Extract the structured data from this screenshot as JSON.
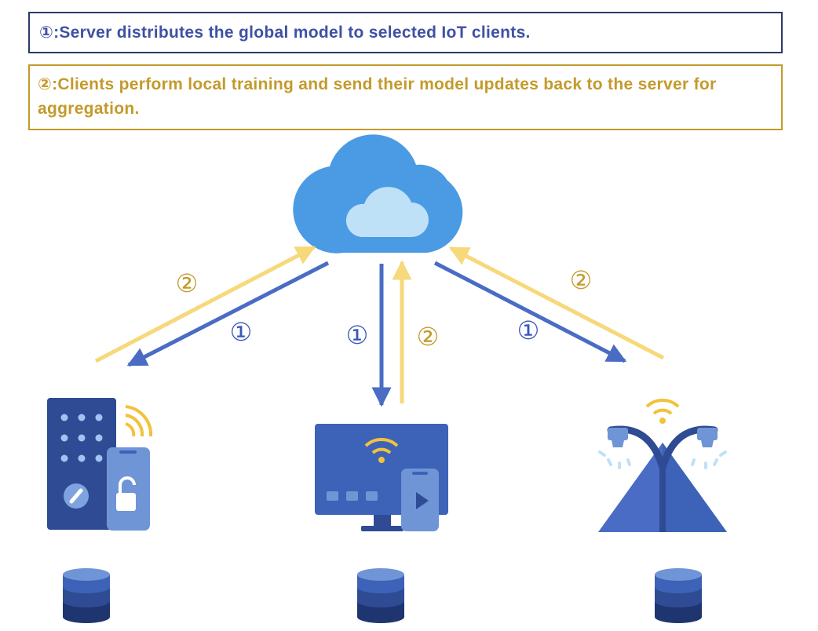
{
  "legend": {
    "step1": "①:Server distributes the global model to selected IoT clients.",
    "step2": "②:Clients perform local training and send their model updates back to the server for aggregation."
  },
  "labels": {
    "download": "①",
    "upload": "②"
  },
  "colors": {
    "download_arrow": "#4a6cc4",
    "upload_arrow": "#f7d87a",
    "download_label": "#3a56b8",
    "upload_label": "#c39a2b",
    "cloud": "#4a9be3",
    "cloud_inner": "#bfe1f8",
    "device_dark": "#2f4b94",
    "device_mid": "#3d63b8",
    "device_light": "#6f95d6",
    "wifi": "#f2c23c",
    "box1_border": "#2a3a6a",
    "box2_border": "#c39a2b"
  },
  "icons": {
    "server": "cloud-icon",
    "client_left": "smart-lock-remote-icon",
    "client_center": "smart-tv-icon",
    "client_right": "smart-streetlight-icon",
    "storage": "database-icon"
  }
}
